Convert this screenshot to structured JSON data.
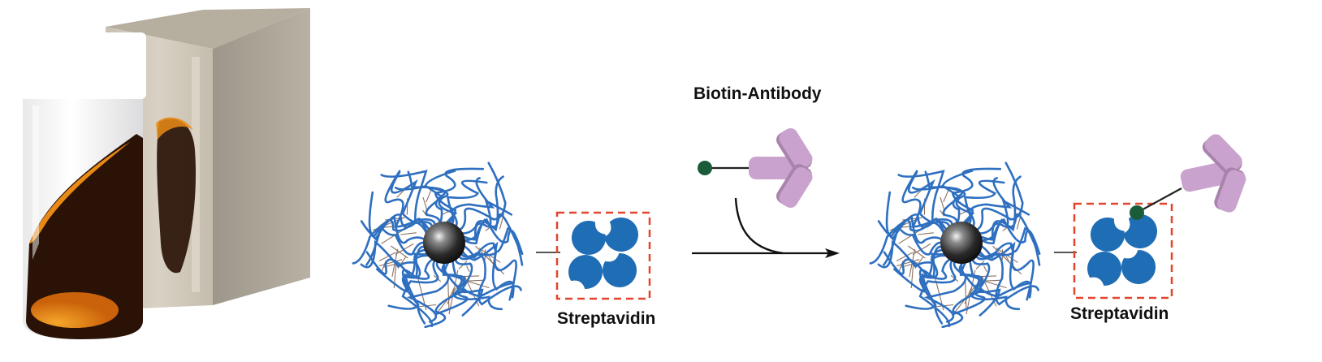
{
  "labels": {
    "biotin_antibody": "Biotin-Antibody",
    "streptavidin_left": "Streptavidin",
    "streptavidin_right": "Streptavidin"
  },
  "colors": {
    "polymer_blue": "#2e6fc0",
    "crosslink_brown": "#8a7060",
    "core_dark": "#1e1e1e",
    "streptavidin_blue": "#1f6db5",
    "dashed_box_red": "#e2452c",
    "antibody_pink": "#c9a3cd",
    "antibody_shadow": "#a884ac",
    "biotin_green": "#1a5c3a",
    "ferrofluid_dark": "#2a1206",
    "ferrofluid_orange": "#e98a15",
    "magnet_steel": "#c9c1b2"
  },
  "icons": {
    "photo": "ferrofluid-vial-with-magnet-photo",
    "nanoparticle": "polymer-coated-magnetic-nanoparticle-icon",
    "protein": "streptavidin-tetramer-icon",
    "antibody": "y-shaped-antibody-icon",
    "biotin": "biotin-dot-icon",
    "arrow": "reaction-arrow-icon"
  }
}
